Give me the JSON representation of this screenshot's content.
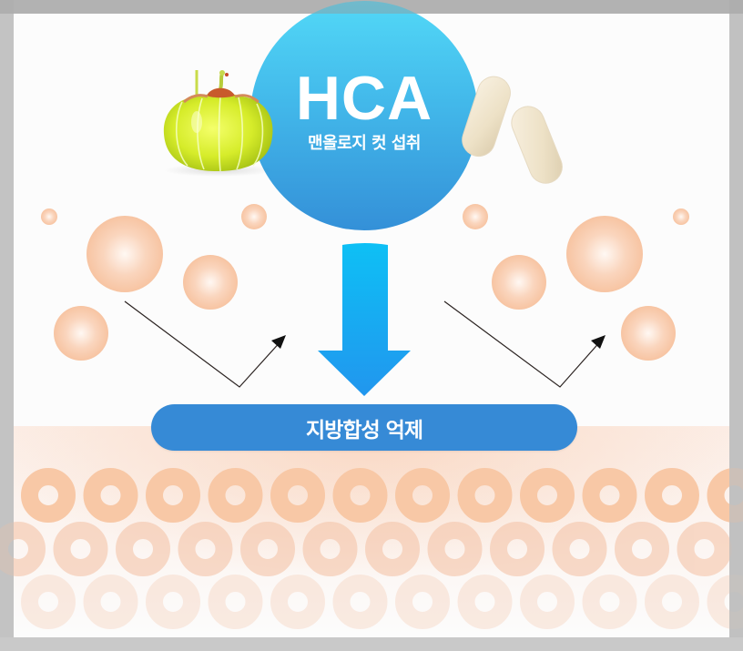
{
  "header": {
    "title": "HCA",
    "subtitle": "맨올로지 컷 섭취"
  },
  "illustrations": {
    "left_image": "garcinia-fruit",
    "right_image": "supplement-tablets",
    "center_arrow": "down-arrow",
    "side_arrows": [
      "zigzag-arrow-left",
      "zigzag-arrow-right"
    ]
  },
  "result": {
    "label": "지방합성 억제"
  },
  "colors": {
    "circle_top": "#52d8f7",
    "circle_bottom": "#3490d8",
    "pill": "#368ad6",
    "arrow_top": "#0ec0f5",
    "arrow_bottom": "#2196ee",
    "fat_cell": "#f8c8a6",
    "frame": "#c9c9c9",
    "background": "#fcfcfc"
  }
}
